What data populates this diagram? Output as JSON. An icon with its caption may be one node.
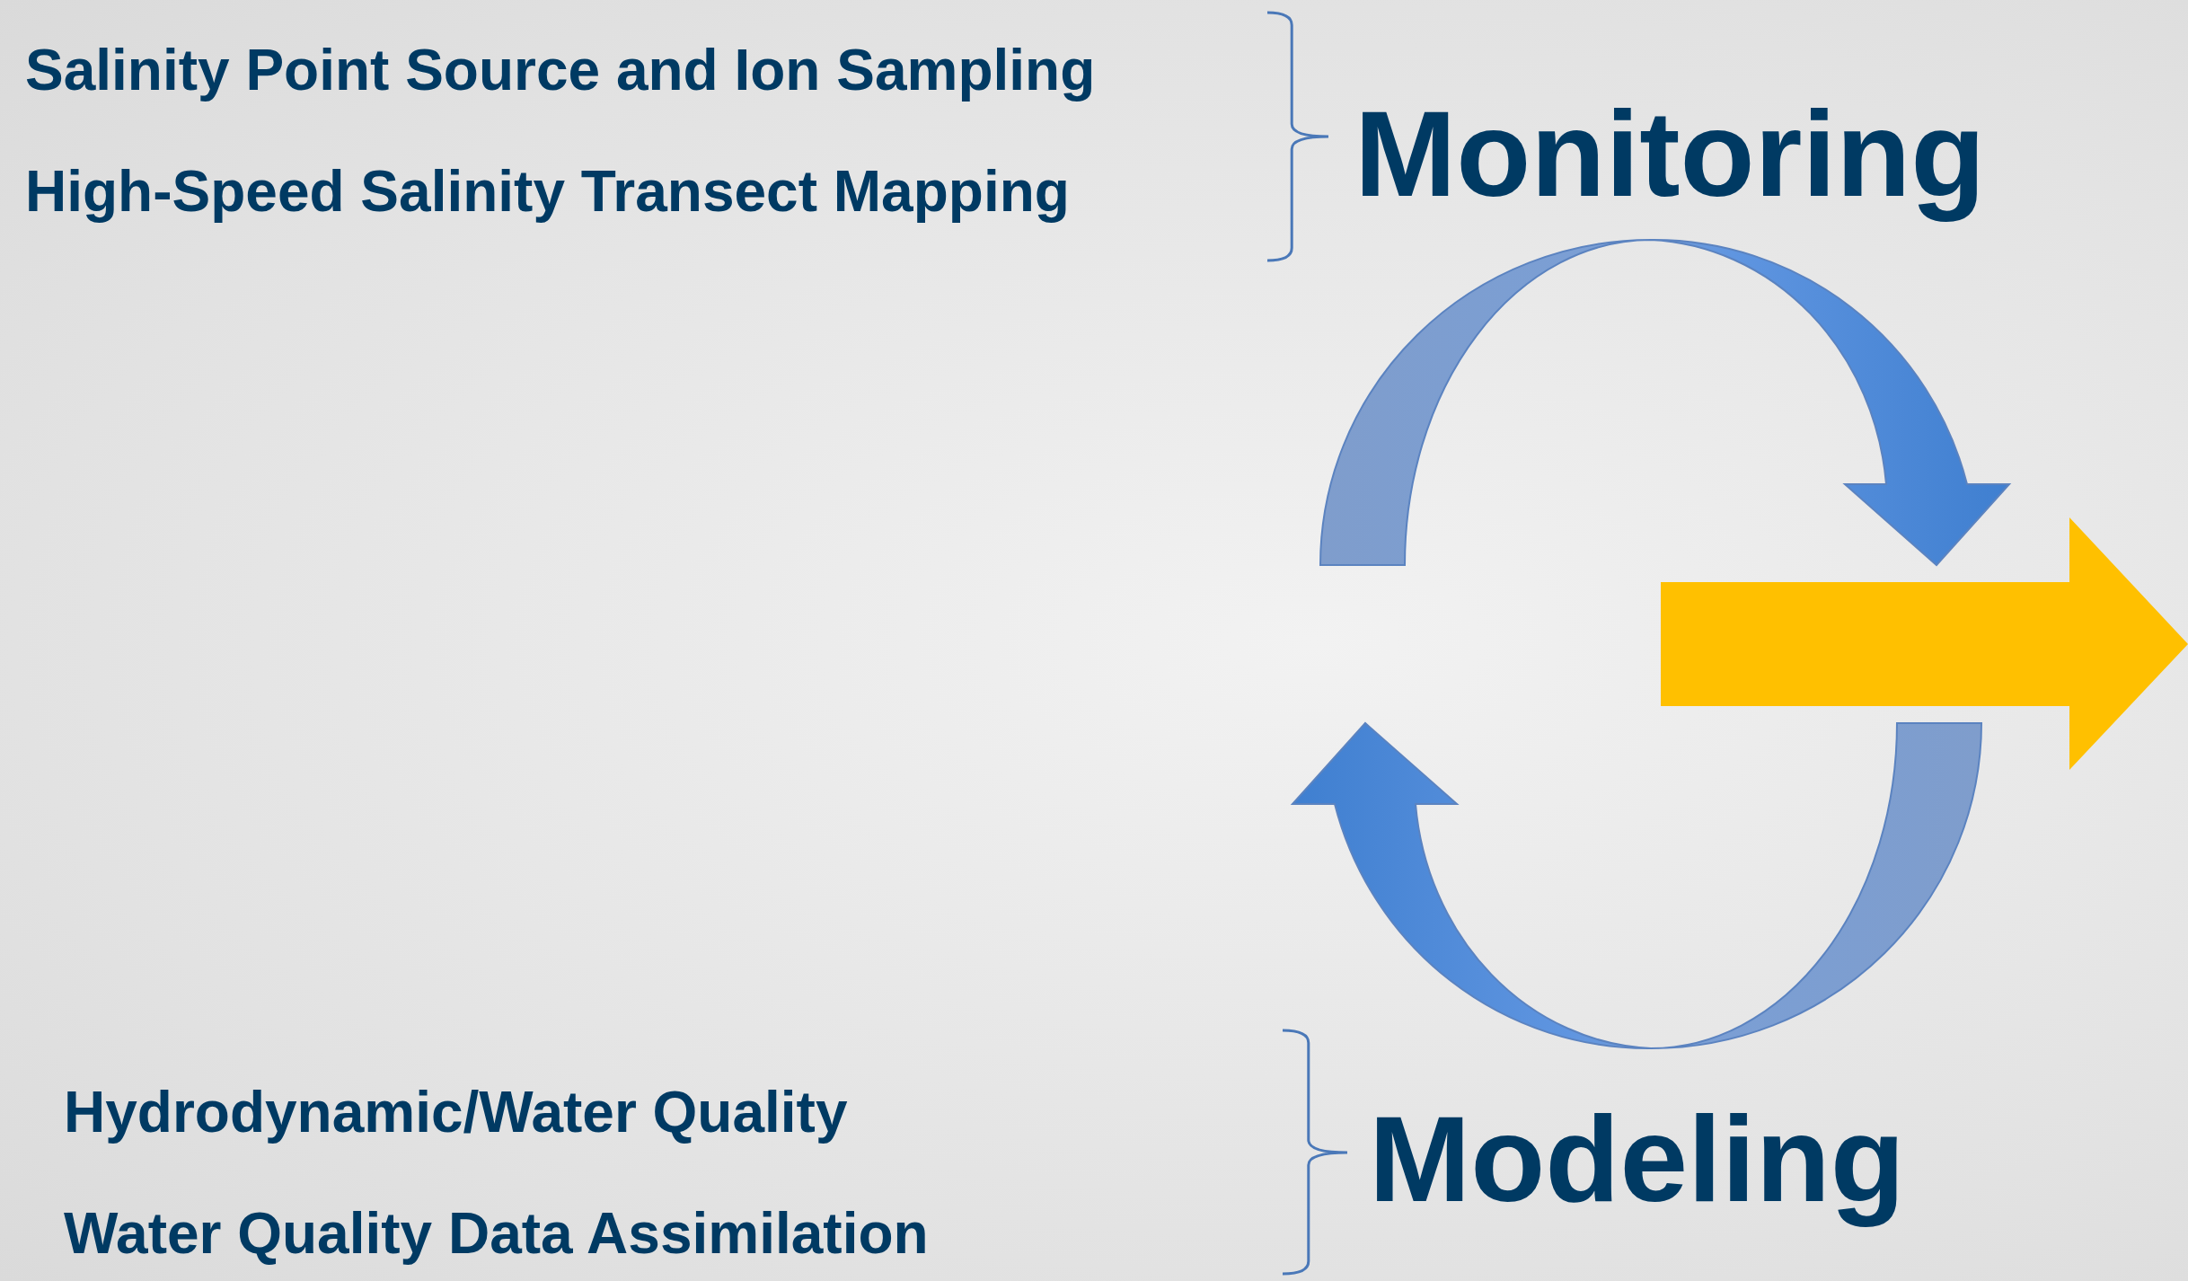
{
  "diagram": {
    "labels": [
      "Salinity Point Source and Ion Sampling",
      "High-Speed Salinity Transect Mapping",
      "Monitoring",
      "Hydrodynamic/Water Quality",
      "Water Quality Data Assimilation",
      "Modeling"
    ]
  }
}
